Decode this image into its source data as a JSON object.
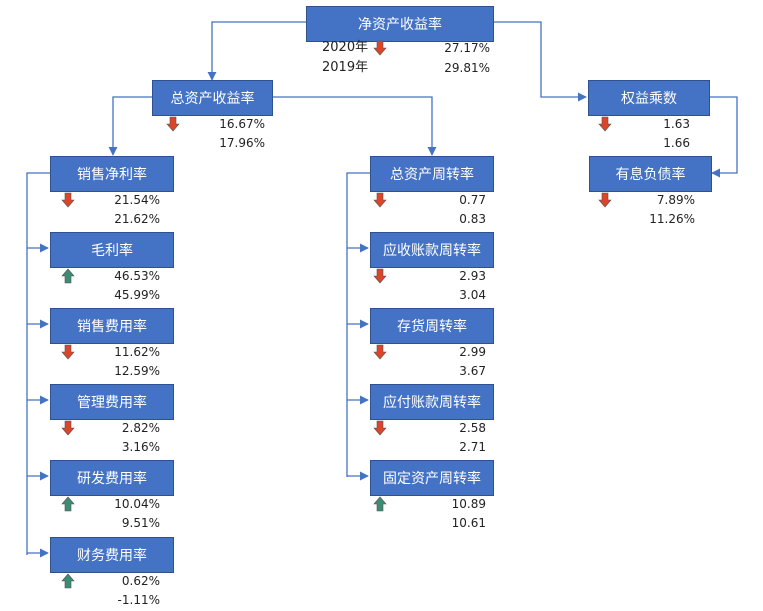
{
  "colors": {
    "node_fill": "#4472C4",
    "node_border": "#2F528F",
    "connector": "#4472C4",
    "down_arrow": "#D9462A",
    "up_arrow": "#3C8C74"
  },
  "years": {
    "current": "2020年",
    "previous": "2019年"
  },
  "nodes": {
    "roe": {
      "label": "净资产收益率",
      "direction": "down",
      "current": "27.17%",
      "previous": "29.81%"
    },
    "roa": {
      "label": "总资产收益率",
      "direction": "down",
      "current": "16.67%",
      "previous": "17.96%"
    },
    "equity_multiplier": {
      "label": "权益乘数",
      "direction": "down",
      "current": "1.63",
      "previous": "1.66"
    },
    "interest_debt_ratio": {
      "label": "有息负债率",
      "direction": "down",
      "current": "7.89%",
      "previous": "11.26%"
    },
    "net_margin": {
      "label": "销售净利率",
      "direction": "down",
      "current": "21.54%",
      "previous": "21.62%"
    },
    "gross_margin": {
      "label": "毛利率",
      "direction": "up",
      "current": "46.53%",
      "previous": "45.99%"
    },
    "selling_expense": {
      "label": "销售费用率",
      "direction": "down",
      "current": "11.62%",
      "previous": "12.59%"
    },
    "admin_expense": {
      "label": "管理费用率",
      "direction": "down",
      "current": "2.82%",
      "previous": "3.16%"
    },
    "rnd_expense": {
      "label": "研发费用率",
      "direction": "up",
      "current": "10.04%",
      "previous": "9.51%"
    },
    "finance_expense": {
      "label": "财务费用率",
      "direction": "up",
      "current": "0.62%",
      "previous": "-1.11%"
    },
    "asset_turnover": {
      "label": "总资产周转率",
      "direction": "down",
      "current": "0.77",
      "previous": "0.83"
    },
    "receivable_turnover": {
      "label": "应收账款周转率",
      "direction": "down",
      "current": "2.93",
      "previous": "3.04"
    },
    "inventory_turnover": {
      "label": "存货周转率",
      "direction": "down",
      "current": "2.99",
      "previous": "3.67"
    },
    "payable_turnover": {
      "label": "应付账款周转率",
      "direction": "down",
      "current": "2.58",
      "previous": "2.71"
    },
    "fixed_asset_turnover": {
      "label": "固定资产周转率",
      "direction": "up",
      "current": "10.89",
      "previous": "10.61"
    }
  }
}
